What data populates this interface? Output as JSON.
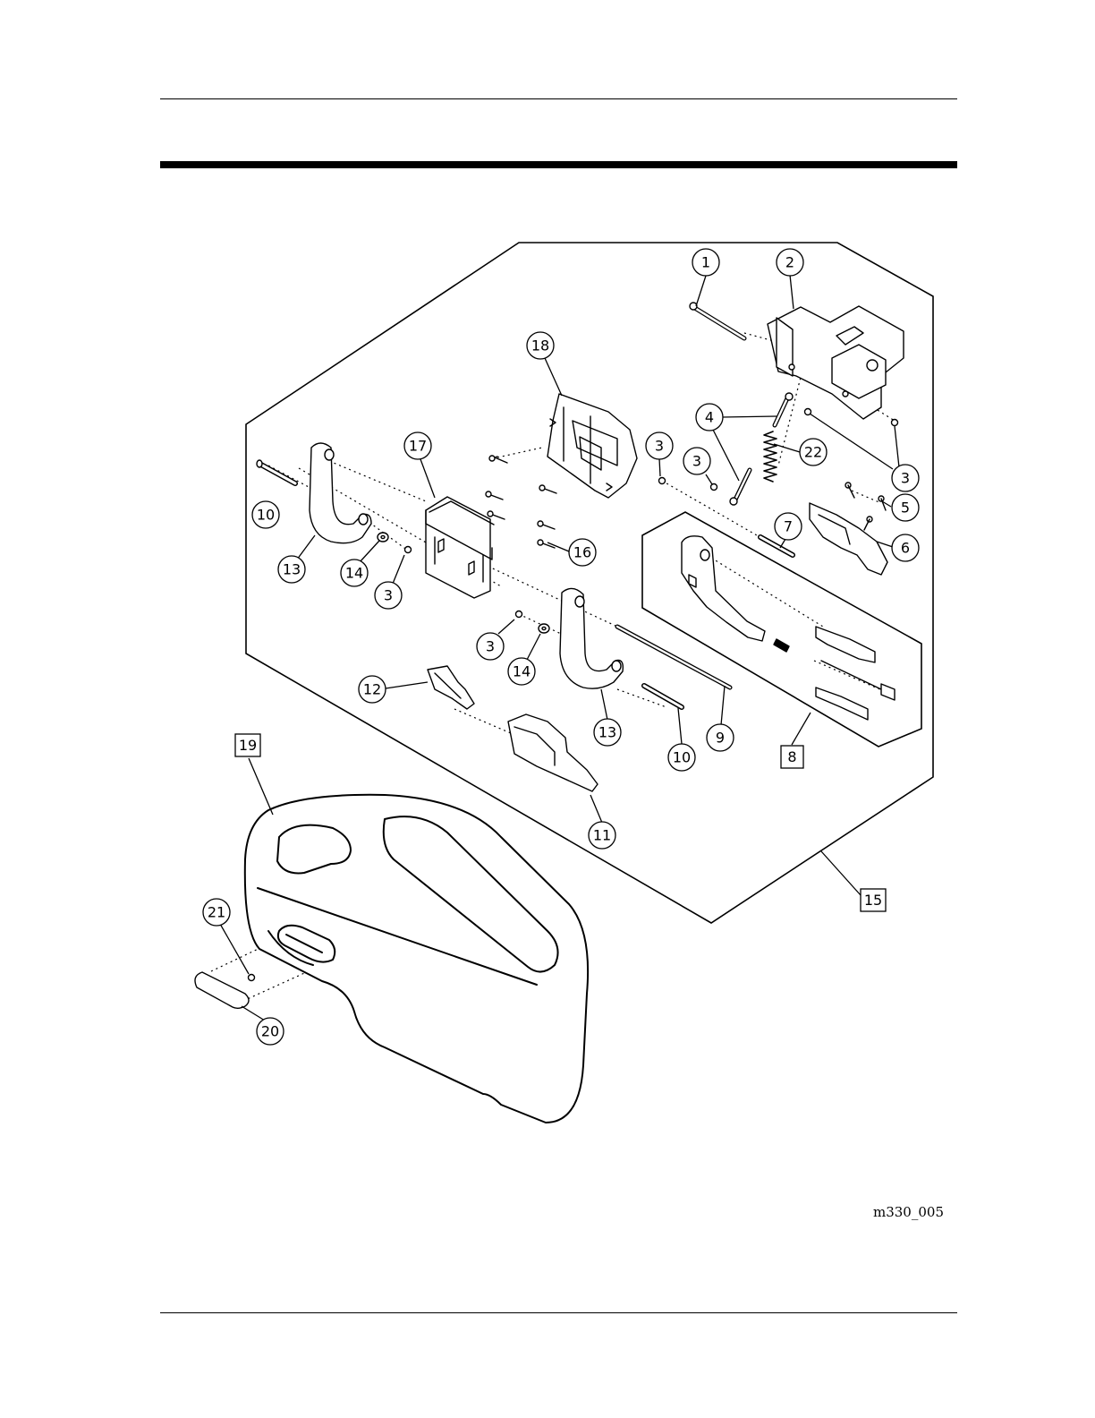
{
  "figure": {
    "code": "m330_005"
  },
  "callouts": [
    {
      "id": "c1",
      "label": "1",
      "shape": "circle"
    },
    {
      "id": "c2",
      "label": "2",
      "shape": "circle"
    },
    {
      "id": "c18",
      "label": "18",
      "shape": "circle"
    },
    {
      "id": "c4",
      "label": "4",
      "shape": "circle"
    },
    {
      "id": "c22",
      "label": "22",
      "shape": "circle"
    },
    {
      "id": "c3a",
      "label": "3",
      "shape": "circle"
    },
    {
      "id": "c3b",
      "label": "3",
      "shape": "circle"
    },
    {
      "id": "c3c",
      "label": "3",
      "shape": "circle"
    },
    {
      "id": "c17",
      "label": "17",
      "shape": "circle"
    },
    {
      "id": "c5",
      "label": "5",
      "shape": "circle"
    },
    {
      "id": "c7",
      "label": "7",
      "shape": "circle"
    },
    {
      "id": "c6",
      "label": "6",
      "shape": "circle"
    },
    {
      "id": "c10a",
      "label": "10",
      "shape": "circle"
    },
    {
      "id": "c16",
      "label": "16",
      "shape": "circle"
    },
    {
      "id": "c13a",
      "label": "13",
      "shape": "circle"
    },
    {
      "id": "c14a",
      "label": "14",
      "shape": "circle"
    },
    {
      "id": "c3d",
      "label": "3",
      "shape": "circle"
    },
    {
      "id": "c3e",
      "label": "3",
      "shape": "circle"
    },
    {
      "id": "c14b",
      "label": "14",
      "shape": "circle"
    },
    {
      "id": "c12",
      "label": "12",
      "shape": "circle"
    },
    {
      "id": "c13b",
      "label": "13",
      "shape": "circle"
    },
    {
      "id": "c9",
      "label": "9",
      "shape": "circle"
    },
    {
      "id": "c10b",
      "label": "10",
      "shape": "circle"
    },
    {
      "id": "c8",
      "label": "8",
      "shape": "box"
    },
    {
      "id": "c19",
      "label": "19",
      "shape": "box"
    },
    {
      "id": "c11",
      "label": "11",
      "shape": "circle"
    },
    {
      "id": "c15",
      "label": "15",
      "shape": "box"
    },
    {
      "id": "c21",
      "label": "21",
      "shape": "circle"
    },
    {
      "id": "c20",
      "label": "20",
      "shape": "circle"
    }
  ]
}
